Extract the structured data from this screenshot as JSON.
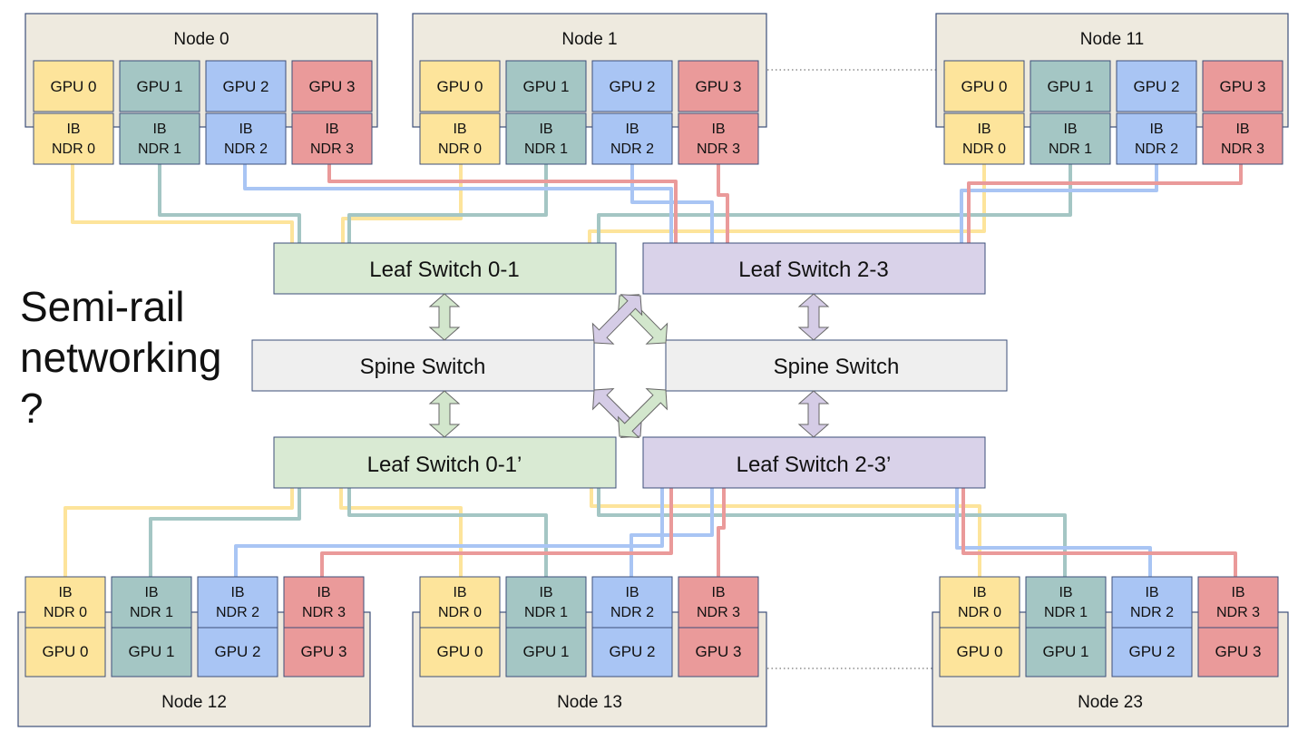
{
  "title_lines": [
    "Semi-rail",
    "networking",
    "?"
  ],
  "colors": {
    "gpu0": "#fde49b",
    "gpu1": "#a4c6c4",
    "gpu2": "#a9c5f4",
    "gpu3": "#ea9a9a",
    "leaf01": "#d9ead3",
    "leaf23": "#d9d2e9",
    "spine": "#efefef",
    "node": "#eeeadf"
  },
  "nodes": {
    "n0": {
      "label": "Node 0"
    },
    "n1": {
      "label": "Node 1"
    },
    "n11": {
      "label": "Node 11"
    },
    "n12": {
      "label": "Node 12"
    },
    "n13": {
      "label": "Node 13"
    },
    "n23": {
      "label": "Node 23"
    }
  },
  "gpu_labels": [
    "GPU 0",
    "GPU 1",
    "GPU 2",
    "GPU 3"
  ],
  "nic_labels": [
    [
      "IB",
      "NDR 0"
    ],
    [
      "IB",
      "NDR 1"
    ],
    [
      "IB",
      "NDR 2"
    ],
    [
      "IB",
      "NDR 3"
    ]
  ],
  "switches": {
    "leaf01": "Leaf Switch 0-1",
    "leaf23": "Leaf Switch 2-3",
    "spine_left": "Spine Switch",
    "spine_right": "Spine Switch",
    "leaf01p": "Leaf Switch 0-1’",
    "leaf23p": "Leaf Switch 2-3’"
  }
}
